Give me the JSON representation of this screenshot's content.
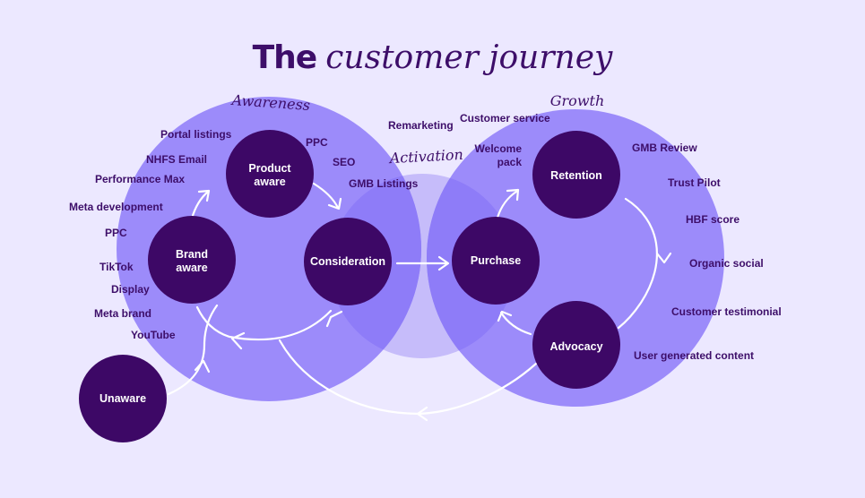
{
  "title": {
    "bold": "The",
    "italic": "customer journey"
  },
  "stages": {
    "awareness": "Awareness",
    "activation": "Activation",
    "growth": "Growth"
  },
  "nodes": {
    "unaware": "Unaware",
    "brand_aware": [
      "Brand",
      "aware"
    ],
    "product_aware": [
      "Product",
      "aware"
    ],
    "consideration": "Consideration",
    "purchase": "Purchase",
    "retention": "Retention",
    "advocacy": "Advocacy"
  },
  "channels": {
    "portal_listings": "Portal listings",
    "nhfs_email": "NHFS Email",
    "performance_max": "Performance Max",
    "meta_development": "Meta development",
    "ppc_left": "PPC",
    "tiktok": "TikTok",
    "display": "Display",
    "meta_brand": "Meta brand",
    "youtube": "YouTube",
    "ppc_top": "PPC",
    "seo": "SEO",
    "gmb_listings": "GMB Listings",
    "remarketing": "Remarketing",
    "customer_service": "Customer service",
    "welcome_pack": [
      "Welcome",
      "pack"
    ],
    "gmb_review": "GMB Review",
    "trust_pilot": "Trust Pilot",
    "hbf_score": "HBF score",
    "organic_social": "Organic social",
    "customer_testimonial": "Customer testimonial",
    "user_generated_content": "User generated content"
  },
  "colors": {
    "background": "#ECE8FF",
    "circle_main": "#9C8BFA",
    "circle_activation": "#C6BCFA",
    "circle_overlap": "#8E7CF8",
    "node": "#3D0866",
    "text_dark": "#3D0E69",
    "arrow": "#FFFFFF"
  }
}
